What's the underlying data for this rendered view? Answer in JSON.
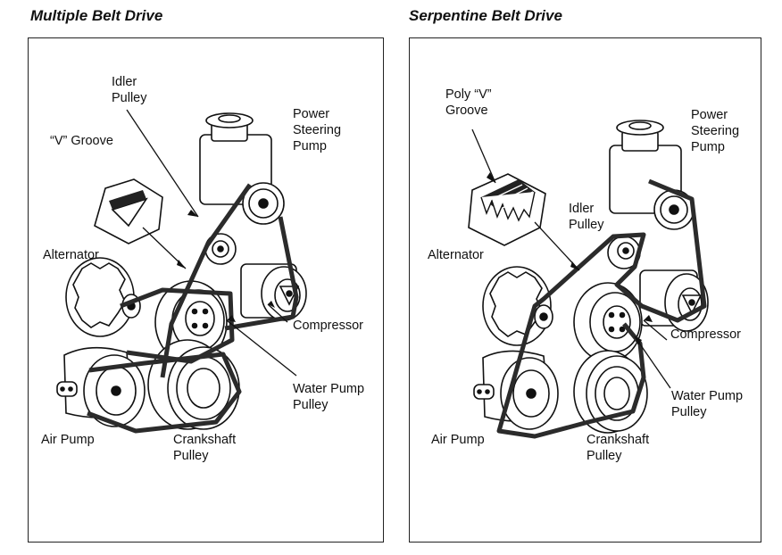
{
  "left": {
    "title": "Multiple Belt Drive",
    "labels": {
      "idler": "Idler\nPulley",
      "v_groove": "“V” Groove",
      "power_steering": "Power\nSteering\nPump",
      "alternator": "Alternator",
      "compressor": "Compressor",
      "water_pump": "Water Pump\nPulley",
      "air_pump": "Air Pump",
      "crankshaft": "Crankshaft\nPulley"
    }
  },
  "right": {
    "title": "Serpentine Belt Drive",
    "labels": {
      "poly_v": "Poly “V”\nGroove",
      "power_steering": "Power\nSteering\nPump",
      "idler": "Idler\nPulley",
      "alternator": "Alternator",
      "compressor": "Compressor",
      "water_pump": "Water Pump\nPulley",
      "air_pump": "Air Pump",
      "crankshaft": "Crankshaft\nPulley"
    }
  },
  "colors": {
    "belt": "#2b2b2b",
    "line": "#111111",
    "paper": "#ffffff",
    "inset": "#222222"
  }
}
